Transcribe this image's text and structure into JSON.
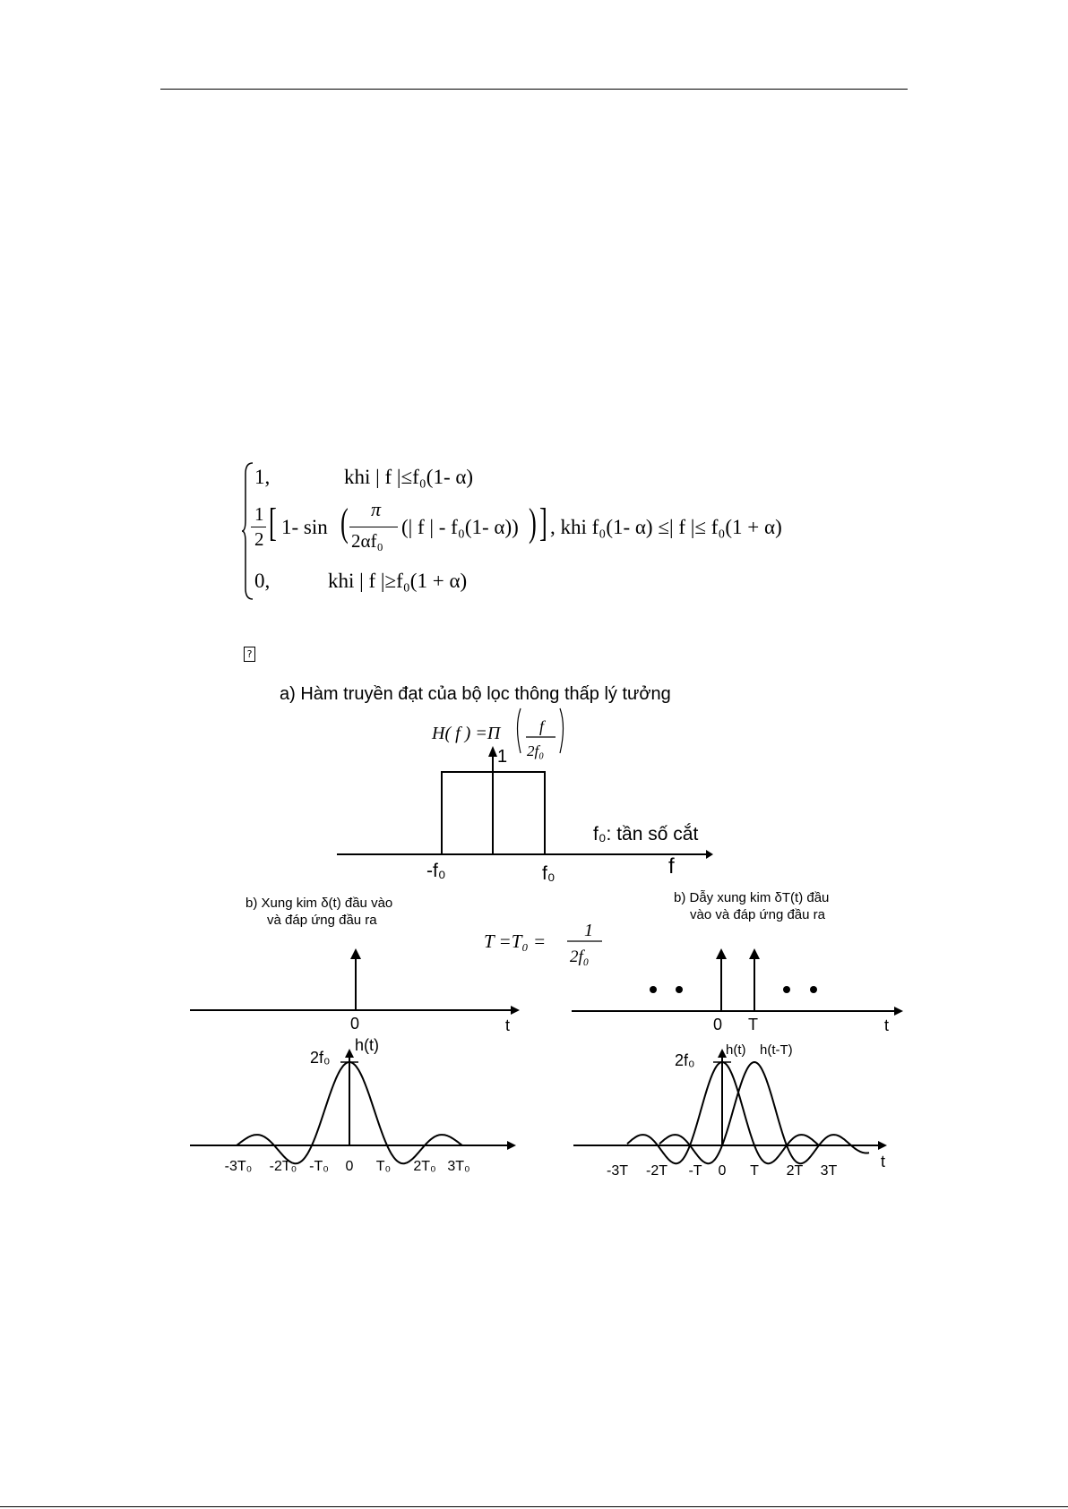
{
  "formula": {
    "case1_value": "1,",
    "case1_cond": "khi | f |≤f₀(1- α)",
    "case2_half": "1",
    "case2_half_den": "2",
    "case2_open": "1- sin",
    "case2_pi": "π",
    "case2_pi_den": "2αf₀",
    "case2_arg": "(| f | - f₀(1- α))",
    "case2_cond": ",  khi f₀(1- α) ≤| f |≤ f₀(1 + α)",
    "case3_value": "0,",
    "case3_cond": "khi | f |≥f₀(1 + α)"
  },
  "figure": {
    "panel_a_caption": "a) Hàm truyền đạt của bộ lọc thông thấp lý tưởng",
    "hf_lhs": "H( f ) =Π",
    "hf_num": "f",
    "hf_den": "2f₀",
    "hf_level": "1",
    "minus_f0": "-f₀",
    "plus_f0": "f₀",
    "f_axis": "f",
    "cutoff_note": "f₀: tần số cắt",
    "panel_b_left_caption_1": "b) Xung kim  δ(t)   đầu vào",
    "panel_b_left_caption_2": "và đáp ứng đầu ra",
    "panel_b_right_caption_1": "b) Dẫy xung kim  δT(t)   đầu",
    "panel_b_right_caption_2": "vào và đáp ứng đầu ra",
    "period_eq": "T =T₀ =",
    "period_num": "1",
    "period_den": "2f₀",
    "zero": "0",
    "t_axis": "t",
    "T_label": "T",
    "h_t": "h(t)",
    "h_t_minus_T": "h(t-T)",
    "peak": "2f₀",
    "left_ticks": [
      "-3T₀",
      "-2T₀",
      "-T₀",
      "0",
      "T₀",
      "2T₀",
      "3T₀"
    ],
    "right_ticks": [
      "-3T",
      "-2T",
      "-T",
      "0",
      "T",
      "2T",
      "3T"
    ]
  }
}
